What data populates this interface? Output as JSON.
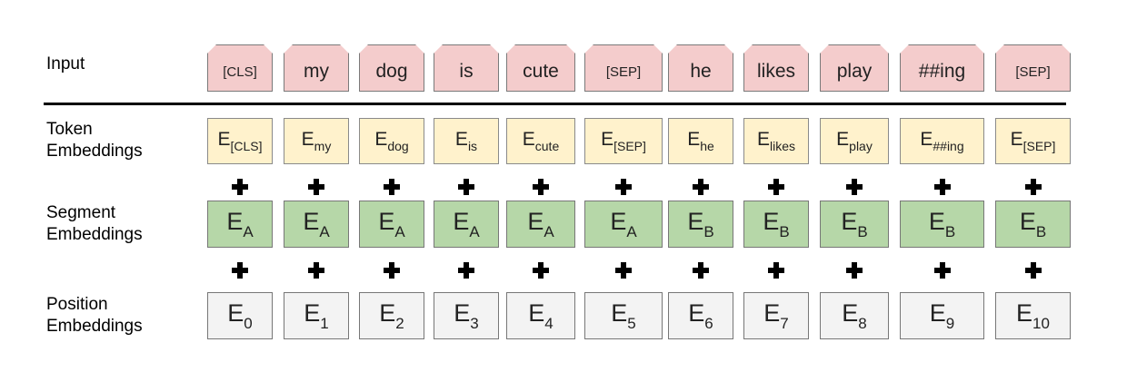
{
  "row_labels": {
    "input": "Input",
    "token": "Token\nEmbeddings",
    "segment": "Segment\nEmbeddings",
    "position": "Position\nEmbeddings"
  },
  "tokens": [
    {
      "input": "[CLS]",
      "token_sub": "[CLS]",
      "segment_sub": "A",
      "position_sub": "0"
    },
    {
      "input": "my",
      "token_sub": "my",
      "segment_sub": "A",
      "position_sub": "1"
    },
    {
      "input": "dog",
      "token_sub": "dog",
      "segment_sub": "A",
      "position_sub": "2"
    },
    {
      "input": "is",
      "token_sub": "is",
      "segment_sub": "A",
      "position_sub": "3"
    },
    {
      "input": "cute",
      "token_sub": "cute",
      "segment_sub": "A",
      "position_sub": "4"
    },
    {
      "input": "[SEP]",
      "token_sub": "[SEP]",
      "segment_sub": "A",
      "position_sub": "5"
    },
    {
      "input": "he",
      "token_sub": "he",
      "segment_sub": "B",
      "position_sub": "6"
    },
    {
      "input": "likes",
      "token_sub": "likes",
      "segment_sub": "B",
      "position_sub": "7"
    },
    {
      "input": "play",
      "token_sub": "play",
      "segment_sub": "B",
      "position_sub": "8"
    },
    {
      "input": "##ing",
      "token_sub": "##ing",
      "segment_sub": "B",
      "position_sub": "9"
    },
    {
      "input": "[SEP]",
      "token_sub": "[SEP]",
      "segment_sub": "B",
      "position_sub": "10"
    }
  ],
  "embedding_symbol": "E",
  "colors": {
    "input_fill": "#f4cccc",
    "token_fill": "#fff2cc",
    "segment_fill": "#b6d7a8",
    "position_fill": "#f3f3f3"
  }
}
